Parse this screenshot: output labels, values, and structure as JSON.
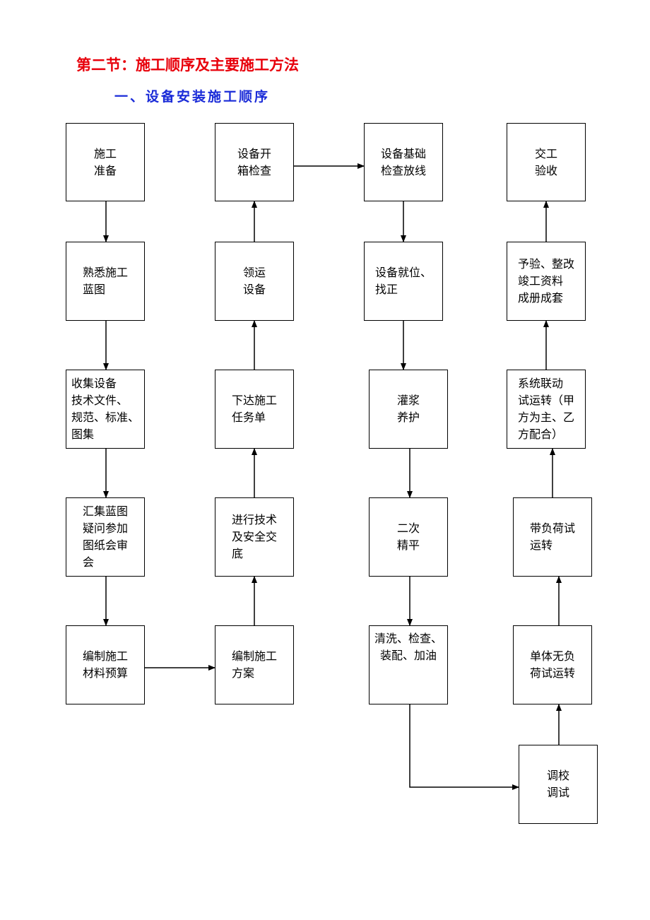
{
  "title": "第二节：施工顺序及主要施工方法",
  "subtitle": "一、设备安装施工顺序",
  "colors": {
    "title": "#e8000b",
    "subtitle": "#1a2bd8",
    "line": "#000000"
  },
  "boxes": {
    "prep": "施工\n准备",
    "drawings": "熟悉施工\n蓝图",
    "collect": "收集设备\n技术文件、\n规范、标准、\n图集",
    "review": "汇集蓝图\n疑问参加\n图纸会审\n会",
    "budget": "编制施工\n材料预算",
    "plan": "编制施工\n方案",
    "briefing": "进行技术\n及安全交\n底",
    "task": "下达施工\n任务单",
    "receive": "领运\n设备",
    "unpack": "设备开\n箱检查",
    "foundation": "设备基础\n检查放线",
    "position": "设备就位、\n找正",
    "grout": "灌浆\n养护",
    "level": "二次\n精平",
    "clean": "清洗、检查、\n装配、加油",
    "calibrate": "调校\n调试",
    "noload": "单体无负\n荷试运转",
    "load": "带负荷试\n运转",
    "linkage": "系统联动\n试运转（甲\n方为主、乙\n方配合）",
    "acceptance_prep": "予验、整改\n竣工资料\n成册成套",
    "handover": "交工\n验收"
  }
}
